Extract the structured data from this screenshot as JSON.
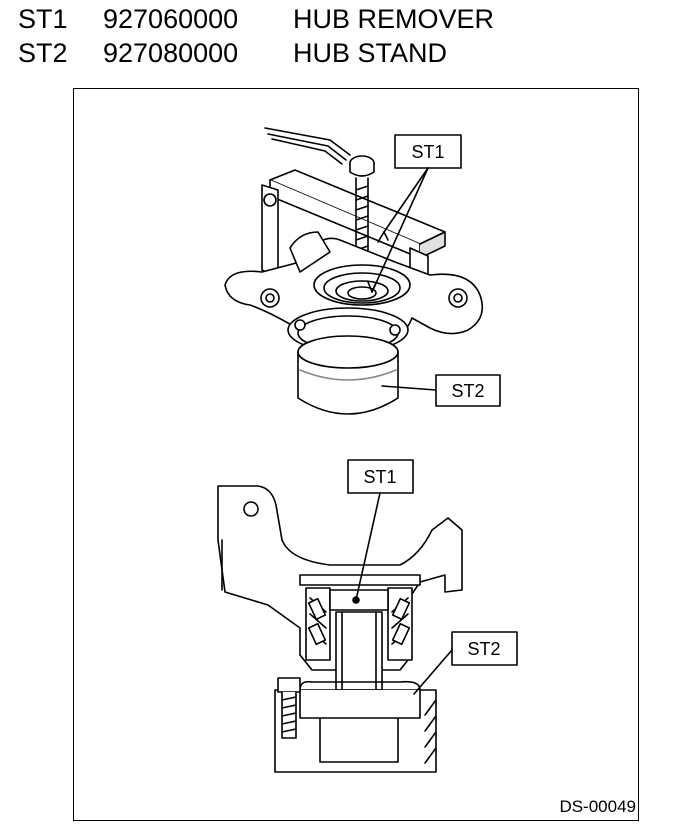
{
  "tools": [
    {
      "code": "ST1",
      "number": "927060000",
      "name": "HUB REMOVER"
    },
    {
      "code": "ST2",
      "number": "927080000",
      "name": "HUB STAND"
    }
  ],
  "figure": {
    "callouts": {
      "top_st1": "ST1",
      "top_st2": "ST2",
      "bottom_st1": "ST1",
      "bottom_st2": "ST2"
    },
    "figure_id": "DS-00049"
  },
  "colors": {
    "ink": "#000000",
    "paper": "#ffffff",
    "shade": "#d9d9d9"
  }
}
